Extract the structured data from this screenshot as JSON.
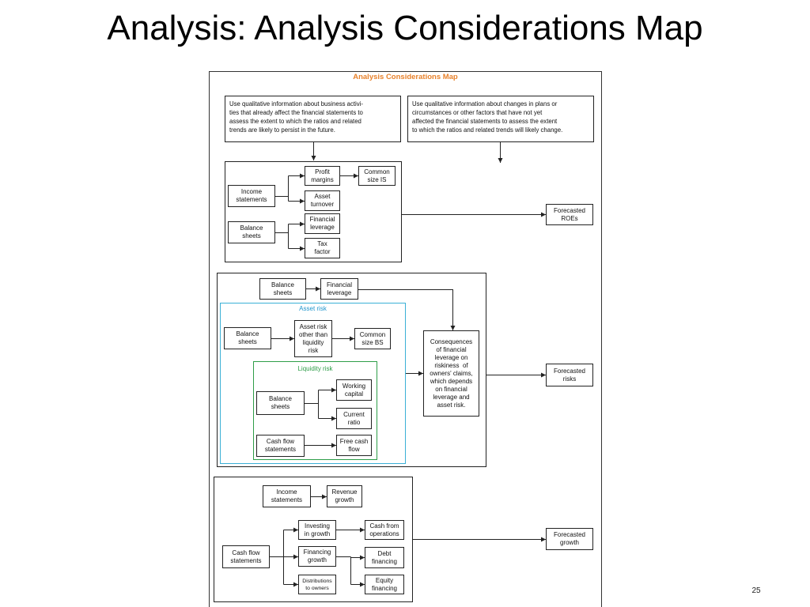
{
  "slide": {
    "title": "Analysis: Analysis Considerations Map",
    "page_number": "25"
  },
  "colors": {
    "map_title": "#e8822c",
    "asset_risk": "#3ab0d6",
    "liquidity_risk": "#2e9d48"
  },
  "map": {
    "title": "Analysis Considerations Map",
    "notes": {
      "existing_activities": "Use qualitative information about business activi-\nties that already affect the financial statements to\nassess the extent to which the ratios and related\ntrends are likely to persist in the future.",
      "changes": "Use qualitative information about changes in plans or\ncircumstances or other factors that have not yet\naffected the financial statements to assess the extent\nto which the ratios and related trends will likely change."
    },
    "profitability": {
      "income_statements": "Income\nstatements",
      "balance_sheets": "Balance\nsheets",
      "profit_margins": "Profit\nmargins",
      "asset_turnover": "Asset\nturnover",
      "financial_leverage": "Financial\nleverage",
      "tax_factor": "Tax\nfactor",
      "common_size_is": "Common\nsize IS",
      "output": "Forecasted\nROEs"
    },
    "risk": {
      "balance_sheets": "Balance\nsheets",
      "financial_leverage": "Financial\nleverage",
      "asset_risk": {
        "label": "Asset risk",
        "balance_sheets": "Balance\nsheets",
        "other_risk": "Asset risk\nother than\nliquidity\nrisk",
        "common_size_bs": "Common\nsize BS",
        "liquidity_risk": {
          "label": "Liquidity risk",
          "balance_sheets": "Balance\nsheets",
          "working_capital": "Working\ncapital",
          "current_ratio": "Current\nratio",
          "cash_flow_statements": "Cash flow\nstatements",
          "free_cash_flow": "Free cash\nflow"
        }
      },
      "consequences": "Consequences\nof financial\nleverage on\nriskiness  of\nowners' claims,\nwhich depends\non financial\nleverage and\nasset risk.",
      "output": "Forecasted\nrisks"
    },
    "growth": {
      "income_statements": "Income\nstatements",
      "revenue_growth": "Revenue\ngrowth",
      "cash_flow_statements": "Cash flow\nstatements",
      "investing_in_growth": "Investing\nin growth",
      "financing_growth": "Financing\ngrowth",
      "distributions_to_owners": "Distributions\nto owners",
      "cash_from_operations": "Cash from\noperations",
      "debt_financing": "Debt\nfinancing",
      "equity_financing": "Equity\nfinancing",
      "output": "Forecasted\ngrowth"
    }
  }
}
